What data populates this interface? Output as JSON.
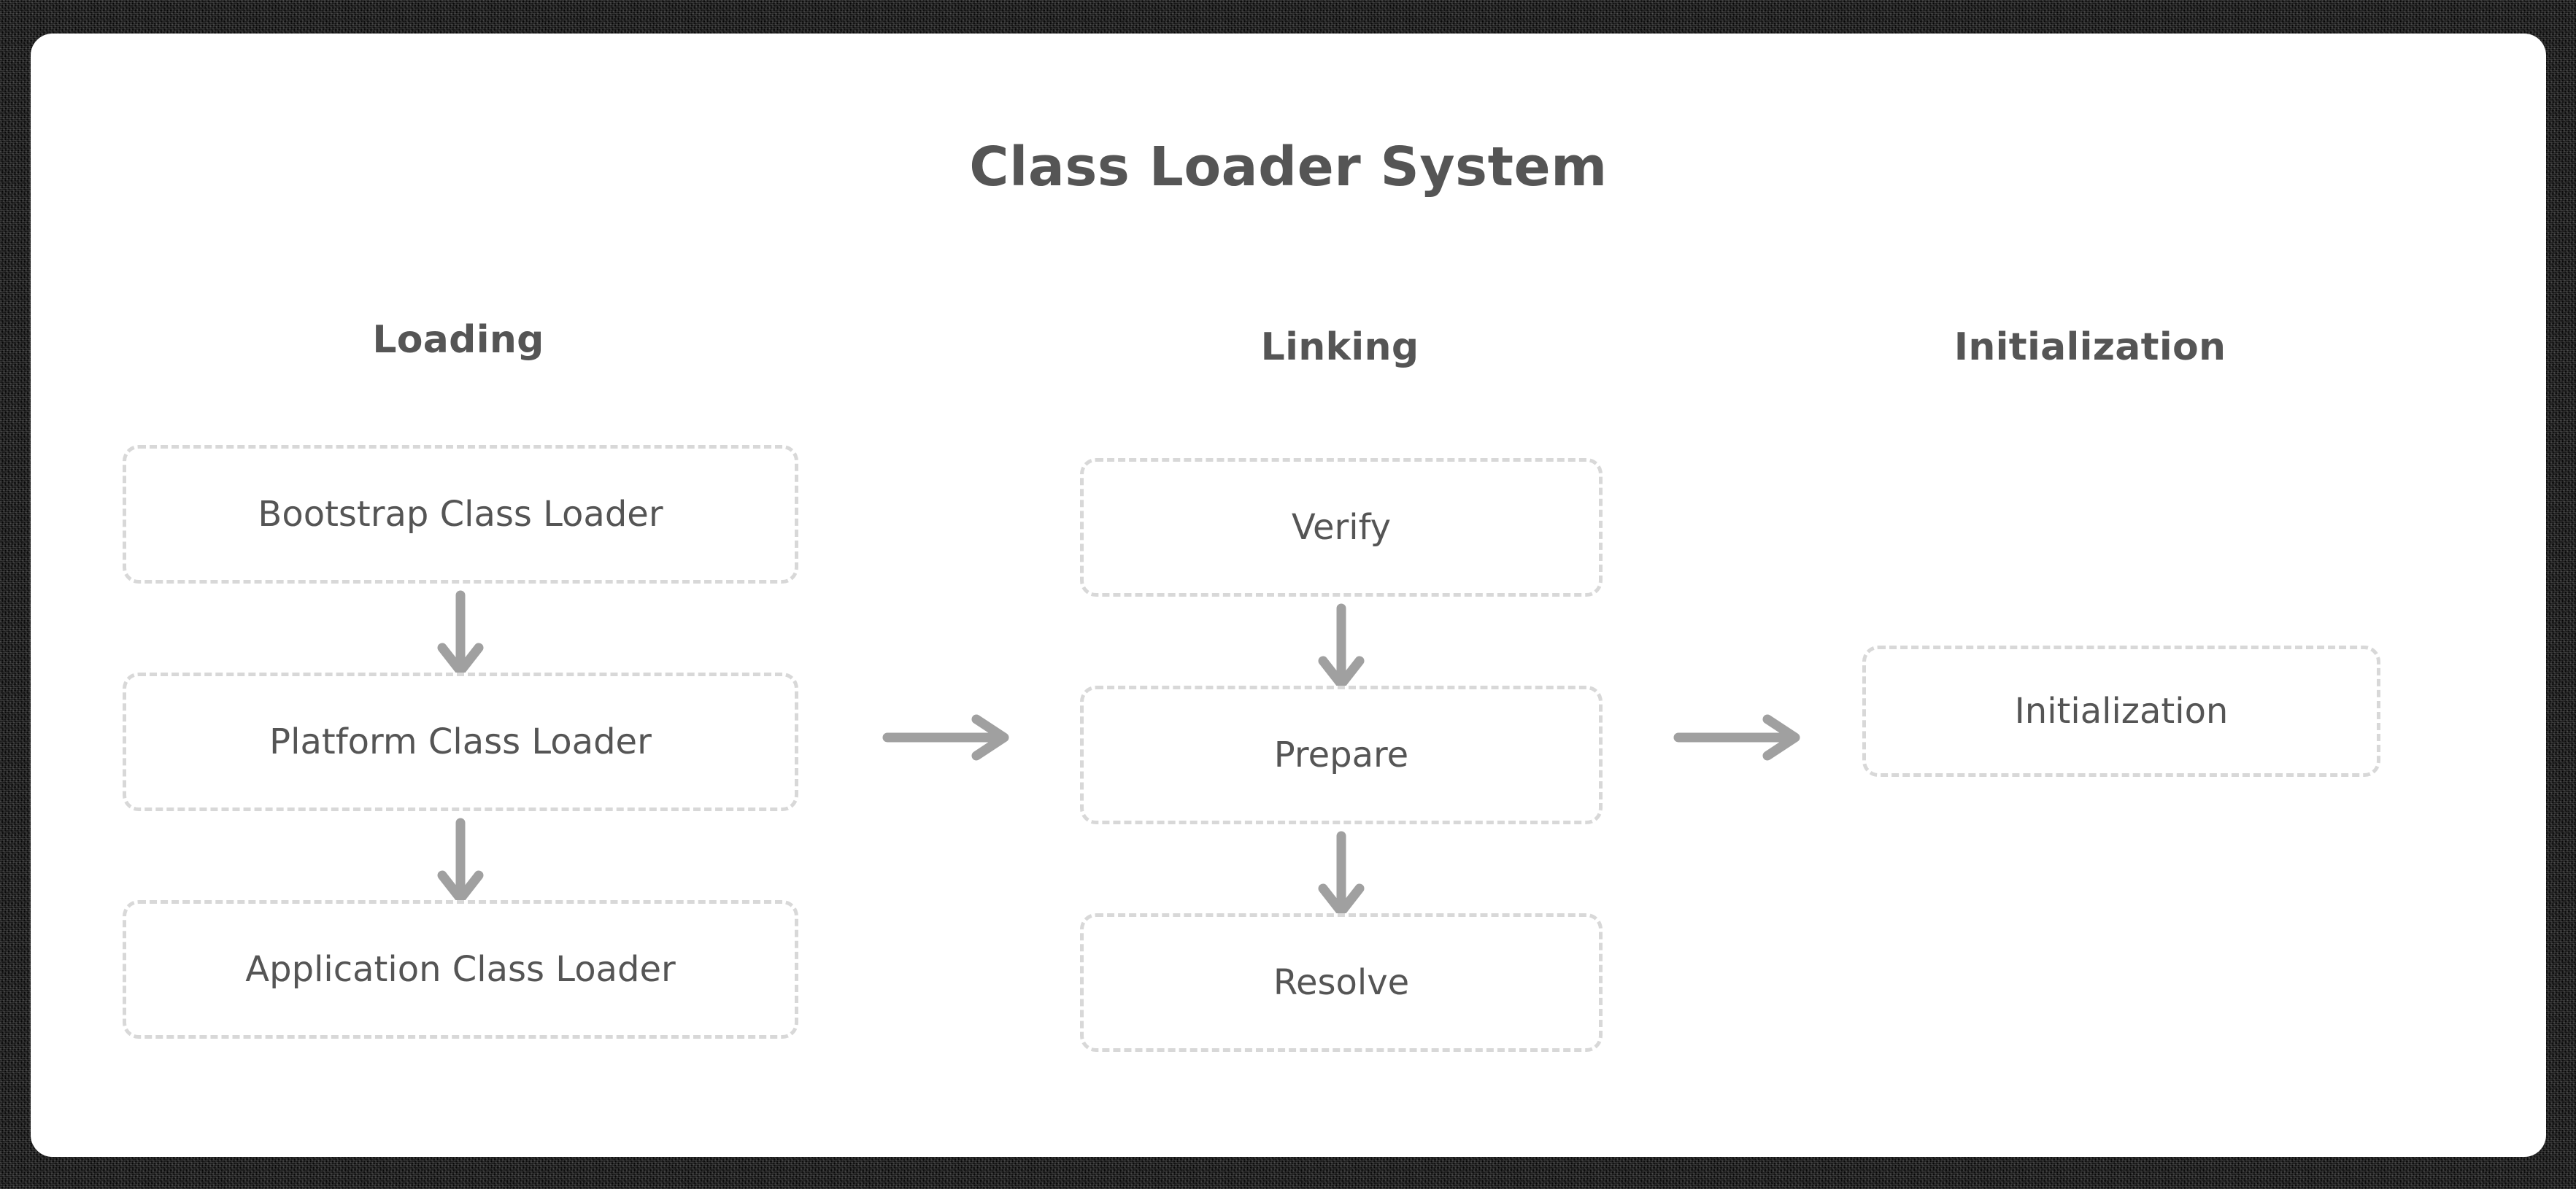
{
  "title": "Class Loader System",
  "theme": {
    "frame_color": "#050505",
    "card_background": "#ffffff",
    "text_color": "#555555",
    "box_border_color": "#d8d8d8",
    "arrow_color": "#a0a0a0"
  },
  "columns": [
    {
      "header": "Loading",
      "nodes": [
        {
          "label": "Bootstrap Class Loader"
        },
        {
          "label": "Platform Class Loader"
        },
        {
          "label": "Application Class Loader"
        }
      ]
    },
    {
      "header": "Linking",
      "nodes": [
        {
          "label": "Verify"
        },
        {
          "label": "Prepare"
        },
        {
          "label": "Resolve"
        }
      ]
    },
    {
      "header": "Initialization",
      "nodes": [
        {
          "label": "Initialization"
        }
      ]
    }
  ],
  "connectors": {
    "vertical_arrow": "arrow-down-icon",
    "horizontal_arrow": "arrow-right-icon",
    "count_vertical": 4,
    "count_horizontal": 2
  }
}
